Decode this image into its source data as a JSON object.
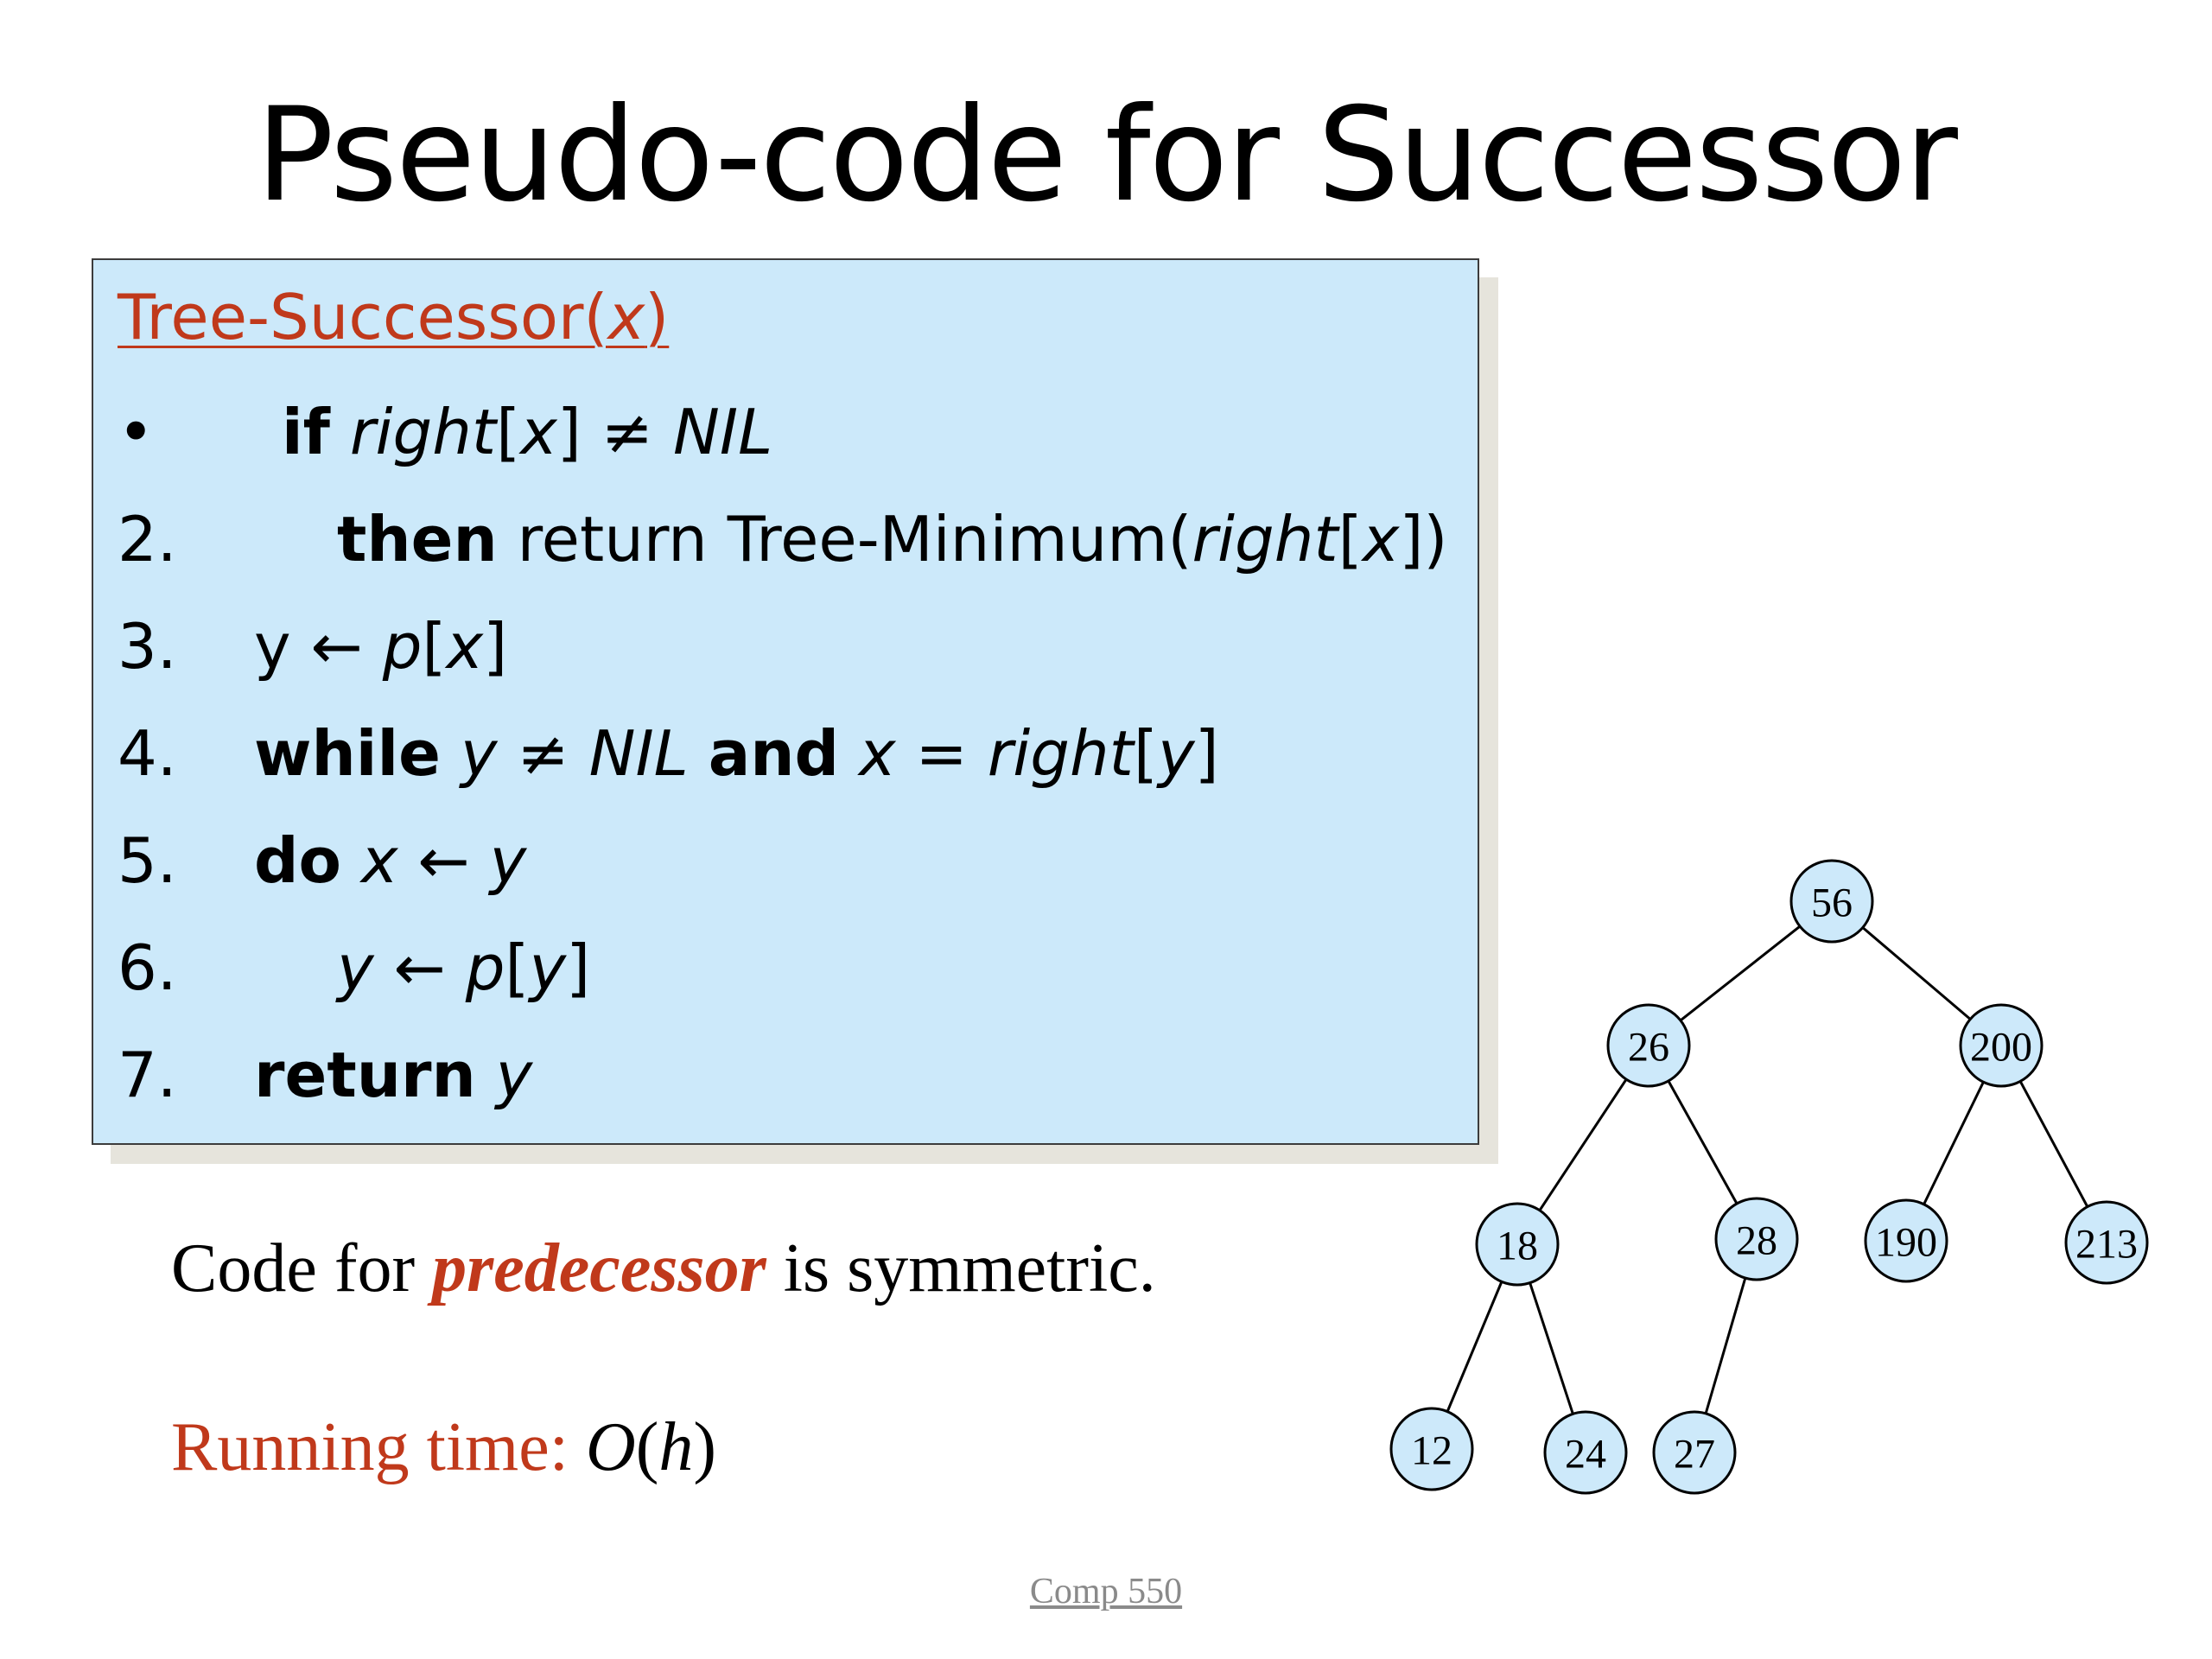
{
  "slide": {
    "title": "Pseudo-code for Successor",
    "footer": "Comp 550"
  },
  "code_box": {
    "heading_name": "Tree-Successor(",
    "heading_arg": "x",
    "heading_close": ")",
    "lines": [
      {
        "num": "•",
        "bold1": "if",
        "italic1": "right",
        "text1": "[",
        "italic2": "x",
        "text2": "] ≠ ",
        "italic3": "NIL"
      },
      {
        "num": "2.",
        "bold1": "then",
        "text1": " return Tree-Minimum(",
        "italic1": "right",
        "text2": "[",
        "italic2": "x",
        "text3": "])"
      },
      {
        "num": "3.",
        "text1": "y ← ",
        "italic1": "p",
        "text2": "[",
        "italic2": "x",
        "text3": "]"
      },
      {
        "num": "4.",
        "bold1": "while",
        "italic1": "y",
        "text1": " ≠ ",
        "italic2": "NIL",
        "bold2": "and",
        "italic3": "x",
        "text2": " = ",
        "italic4": "right",
        "text3": "[",
        "italic5": "y",
        "text4": "]"
      },
      {
        "num": "5.",
        "bold1": "do",
        "italic1": "x",
        "text1": " ← ",
        "italic2": "y"
      },
      {
        "num": "6.",
        "italic1": "y",
        "text1": " ← ",
        "italic2": "p",
        "text2": "[",
        "italic3": "y",
        "text3": "]"
      },
      {
        "num": "7.",
        "bold1": "return",
        "italic1": "y"
      }
    ]
  },
  "notes": {
    "symmetric_pre": "Code for ",
    "symmetric_word": "predecessor",
    "symmetric_post": " is symmetric.",
    "running_label": "Running time: ",
    "running_o": "O",
    "running_open": "(",
    "running_h": "h",
    "running_close": ")"
  },
  "tree": {
    "nodes": [
      {
        "id": "n56",
        "label": "56"
      },
      {
        "id": "n26",
        "label": "26"
      },
      {
        "id": "n200",
        "label": "200"
      },
      {
        "id": "n18",
        "label": "18"
      },
      {
        "id": "n28",
        "label": "28"
      },
      {
        "id": "n190",
        "label": "190"
      },
      {
        "id": "n213",
        "label": "213"
      },
      {
        "id": "n12",
        "label": "12"
      },
      {
        "id": "n24",
        "label": "24"
      },
      {
        "id": "n27",
        "label": "27"
      }
    ],
    "edges": [
      [
        "n56",
        "n26"
      ],
      [
        "n56",
        "n200"
      ],
      [
        "n26",
        "n18"
      ],
      [
        "n26",
        "n28"
      ],
      [
        "n200",
        "n190"
      ],
      [
        "n200",
        "n213"
      ],
      [
        "n18",
        "n12"
      ],
      [
        "n18",
        "n24"
      ],
      [
        "n28",
        "n27"
      ]
    ]
  }
}
